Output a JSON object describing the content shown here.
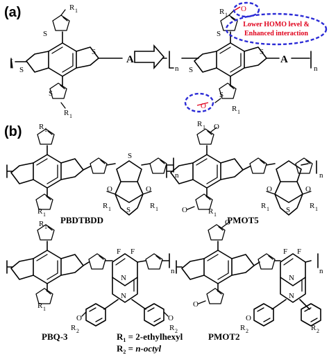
{
  "panels": {
    "a": "(a)",
    "b": "(b)"
  },
  "atoms": {
    "S": "S",
    "R": "R",
    "sub1": "1",
    "sub2": "2",
    "O": "O",
    "F": "F",
    "N": "N",
    "A": "A",
    "n": "n"
  },
  "annotation": {
    "line1": "Lower HOMO level &",
    "line2": "Enhanced interaction"
  },
  "polymers": [
    "PBDTBDD",
    "PMOT5",
    "PBQ-3",
    "PMOT2"
  ],
  "legend": {
    "r1_lhs": "R",
    "r1_sub": "1",
    "r1_rhs": " = 2-ethylhexyl",
    "r2_lhs": "R",
    "r2_sub": "2",
    "r2_eq": " = ",
    "r2_val": "n-octyl"
  },
  "colors": {
    "annotation_text": "#e0001b",
    "ellipse": "#2b2bd6",
    "ink": "#000000"
  }
}
